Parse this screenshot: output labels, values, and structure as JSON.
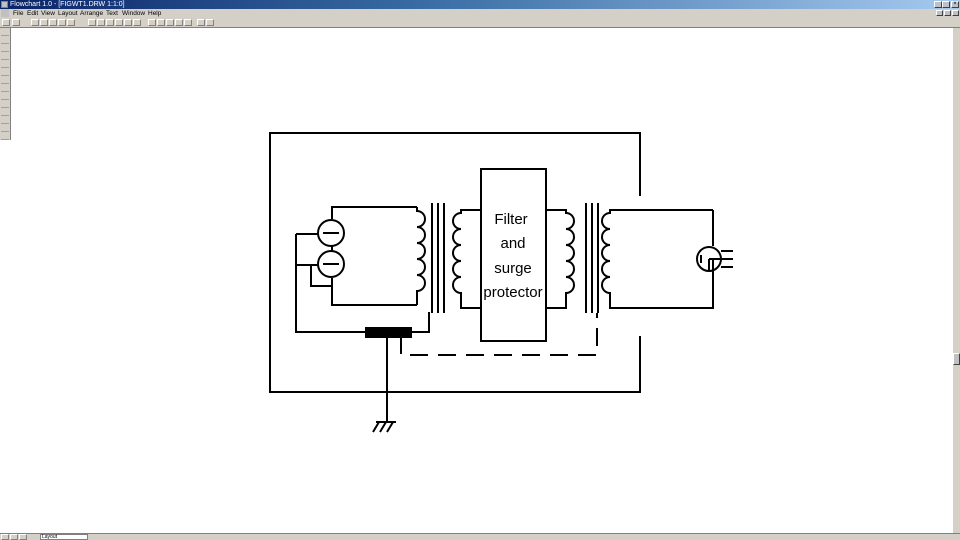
{
  "window": {
    "title": "Flowchart 1.0 - [FIGWT1.DRW 1:1:0]"
  },
  "menu": {
    "items": [
      "File",
      "Edit",
      "View",
      "Layout",
      "Arrange",
      "Text",
      "Window",
      "Help"
    ]
  },
  "statusbar": {
    "zoom": "Layout"
  },
  "diagram": {
    "filter_label": [
      "Filter",
      "and",
      "surge",
      "protector"
    ]
  }
}
